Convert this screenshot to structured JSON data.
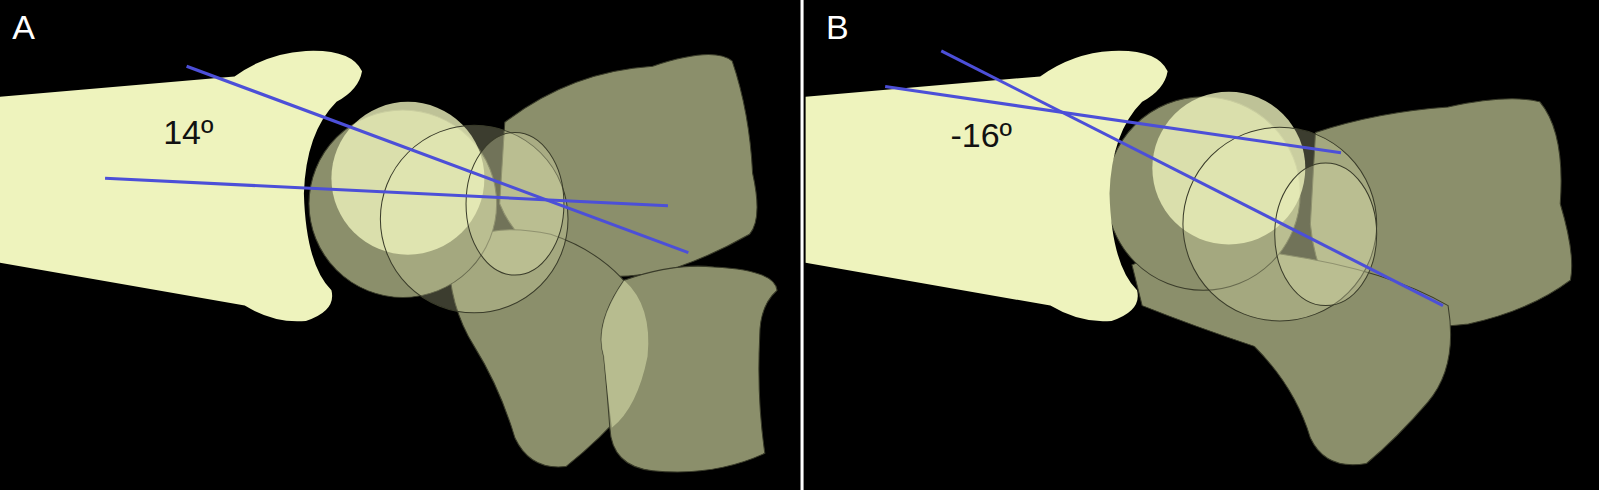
{
  "diagram": {
    "labels": [
      "A",
      "14º",
      "B",
      "-16º"
    ]
  }
}
